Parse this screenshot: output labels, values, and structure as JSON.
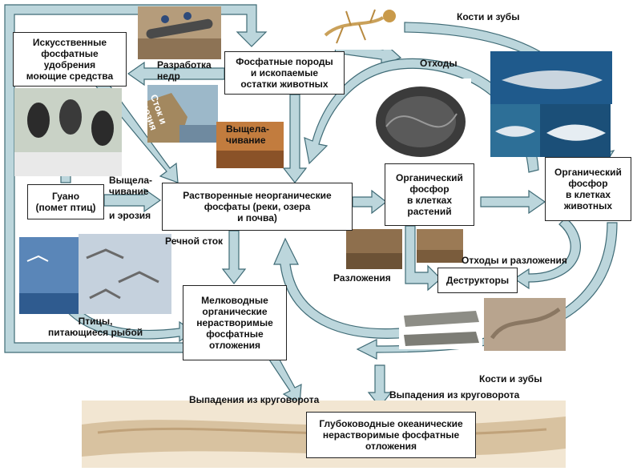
{
  "nodes": {
    "fertilizers": "Искусственные\nфосфатные\nудобрения\nмоющие средства",
    "phosphate_rocks": "Фосфатные породы\nи ископаемые\nостатки животных",
    "guano": "Гуано\n(помет птиц)",
    "dissolved": "Растворенные неорганические\nфосфаты (реки, озера\nи почва)",
    "plant_p": "Органический\nфосфор\nв клетках\nрастений",
    "animal_p": "Органический\nфосфор\nв клетках\nживотных",
    "destructors": "Деструкторы",
    "shallow": "Мелководные\nорганические\nнерастворимые\nфосфатные\nотложения",
    "deep": "Глубоководные океанические\nнерастворимые фосфатные\nотложения"
  },
  "labels": {
    "mining": "Разработка\nнедр",
    "runoff_erosion": "Сток и\nэрозия",
    "leaching_1": "Выщела-\nчивание",
    "leaching_2": "Выщела-\nчивание",
    "and_erosion": "и эрозия",
    "bones_teeth_top": "Кости и зубы",
    "waste": "Отходы",
    "river_runoff": "Речной сток",
    "decomposition": "Разложения",
    "waste_decomposition": "Отходы и разложения",
    "fish_eating_birds": "Птицы,\nпитающиеся рыбой",
    "bones_teeth_bottom": "Кости и зубы",
    "dropout_left": "Выпадения из круговорота",
    "dropout_right": "Выпадения из круговорота"
  },
  "colors": {
    "arrow_fill": "#bcd6dc",
    "arrow_stroke": "#3f6b76",
    "box_border": "#222222"
  }
}
